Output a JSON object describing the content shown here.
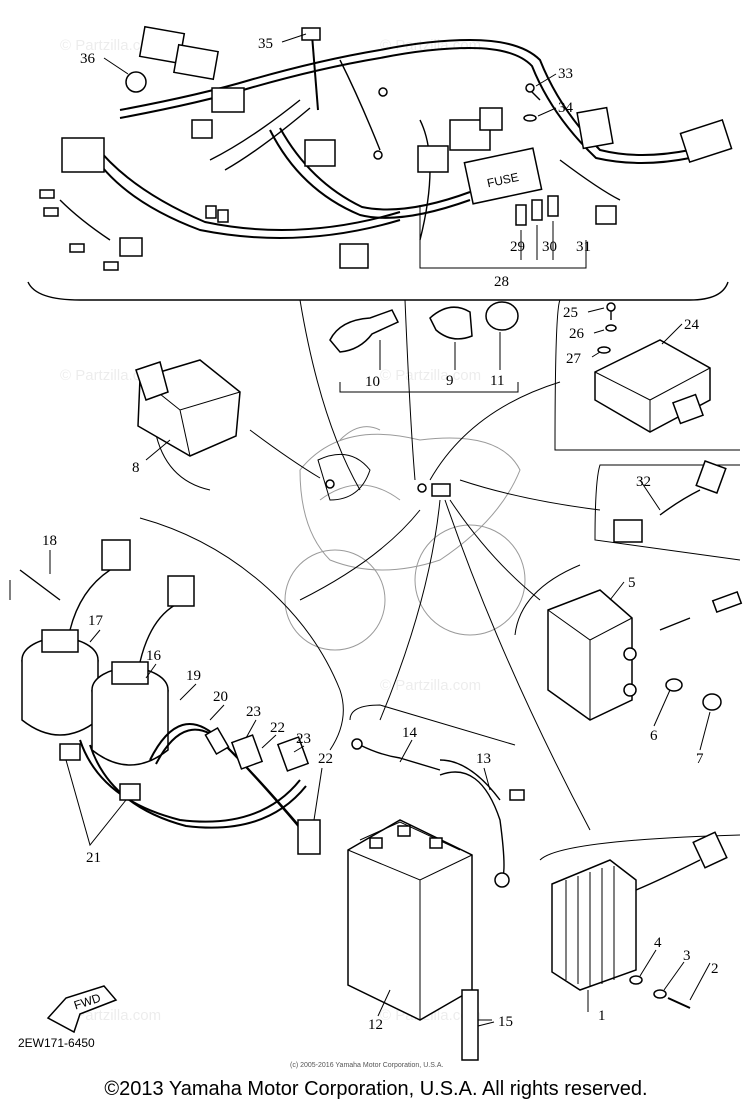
{
  "diagram": {
    "drawing_code": "2EW171-6450",
    "fwd_label": "FWD",
    "fuse_label": "FUSE",
    "small_notice": "(c) 2005-2016 Yamaha Motor Corporation, U.S.A.",
    "watermark": "© Partzilla.com",
    "callouts": [
      "1",
      "2",
      "3",
      "4",
      "5",
      "6",
      "7",
      "8",
      "9",
      "10",
      "11",
      "12",
      "13",
      "14",
      "15",
      "16",
      "17",
      "18",
      "19",
      "20",
      "21",
      "22",
      "23",
      "24",
      "25",
      "26",
      "27",
      "28",
      "29",
      "30",
      "31",
      "32",
      "33",
      "34",
      "35",
      "36"
    ]
  },
  "footer": {
    "copyright": "©2013 Yamaha Motor Corporation, U.S.A. All rights reserved."
  }
}
